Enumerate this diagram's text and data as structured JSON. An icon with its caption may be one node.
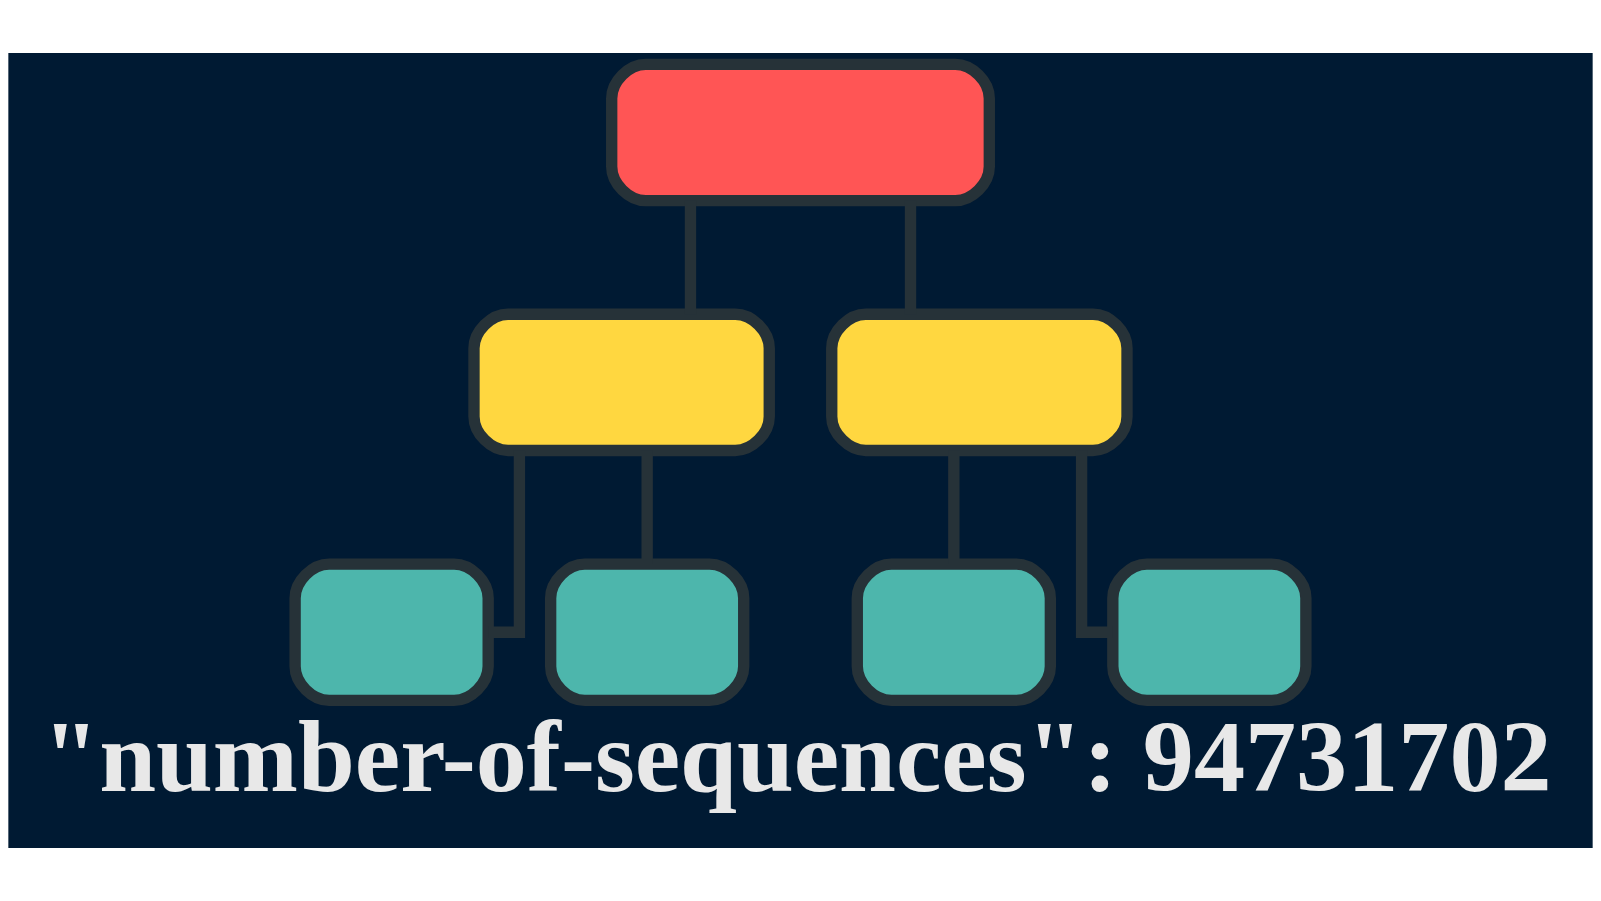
{
  "diagram": {
    "caption": "\"number-of-sequences\": 94731702",
    "nodes": [
      {
        "text": [],
        "shape": "box"
      },
      {
        "text": [],
        "shape": "box"
      },
      {
        "text": [],
        "shape": "box"
      },
      {
        "text": [],
        "shape": "box"
      },
      {
        "text": [],
        "shape": "box"
      },
      {
        "text": [],
        "shape": "box"
      },
      {
        "text": [],
        "shape": "box"
      }
    ],
    "edges": [
      {
        "from": 0,
        "to": 1,
        "arrow": "none"
      },
      {
        "from": 0,
        "to": 2,
        "arrow": "none"
      },
      {
        "from": 1,
        "to": 3,
        "arrow": "none"
      },
      {
        "from": 1,
        "to": 4,
        "arrow": "none"
      },
      {
        "from": 2,
        "to": 5,
        "arrow": "none"
      },
      {
        "from": 2,
        "to": 6,
        "arrow": "none"
      }
    ]
  }
}
